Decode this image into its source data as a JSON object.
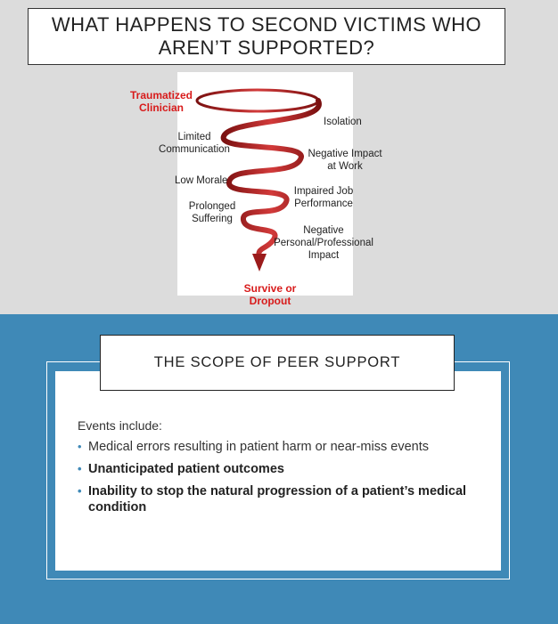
{
  "slide1": {
    "title": "WHAT HAPPENS TO SECOND VICTIMS WHO AREN’T SUPPORTED?",
    "spiral": {
      "top_label": "Traumatized Clinician",
      "labels_left": [
        "Limited Communication",
        "Low Morale",
        "Prolonged Suffering"
      ],
      "labels_right": [
        "Isolation",
        "Negative Impact at Work",
        "Impaired Job Performance",
        "Negative Personal/Professional Impact"
      ],
      "bottom_label": "Survive or Dropout"
    },
    "colors": {
      "highlight": "#d81b1b",
      "spiral": "#b32222"
    }
  },
  "slide2": {
    "title": "THE SCOPE OF PEER SUPPORT",
    "intro": "Events include:",
    "events": [
      {
        "text": "Medical errors resulting in patient harm or near-miss events",
        "bold": false
      },
      {
        "text": "Unanticipated patient outcomes",
        "bold": true
      },
      {
        "text": "Inability to stop the natural progression of a patient’s medical condition",
        "bold": true
      }
    ],
    "colors": {
      "background": "#3f89b7"
    }
  }
}
